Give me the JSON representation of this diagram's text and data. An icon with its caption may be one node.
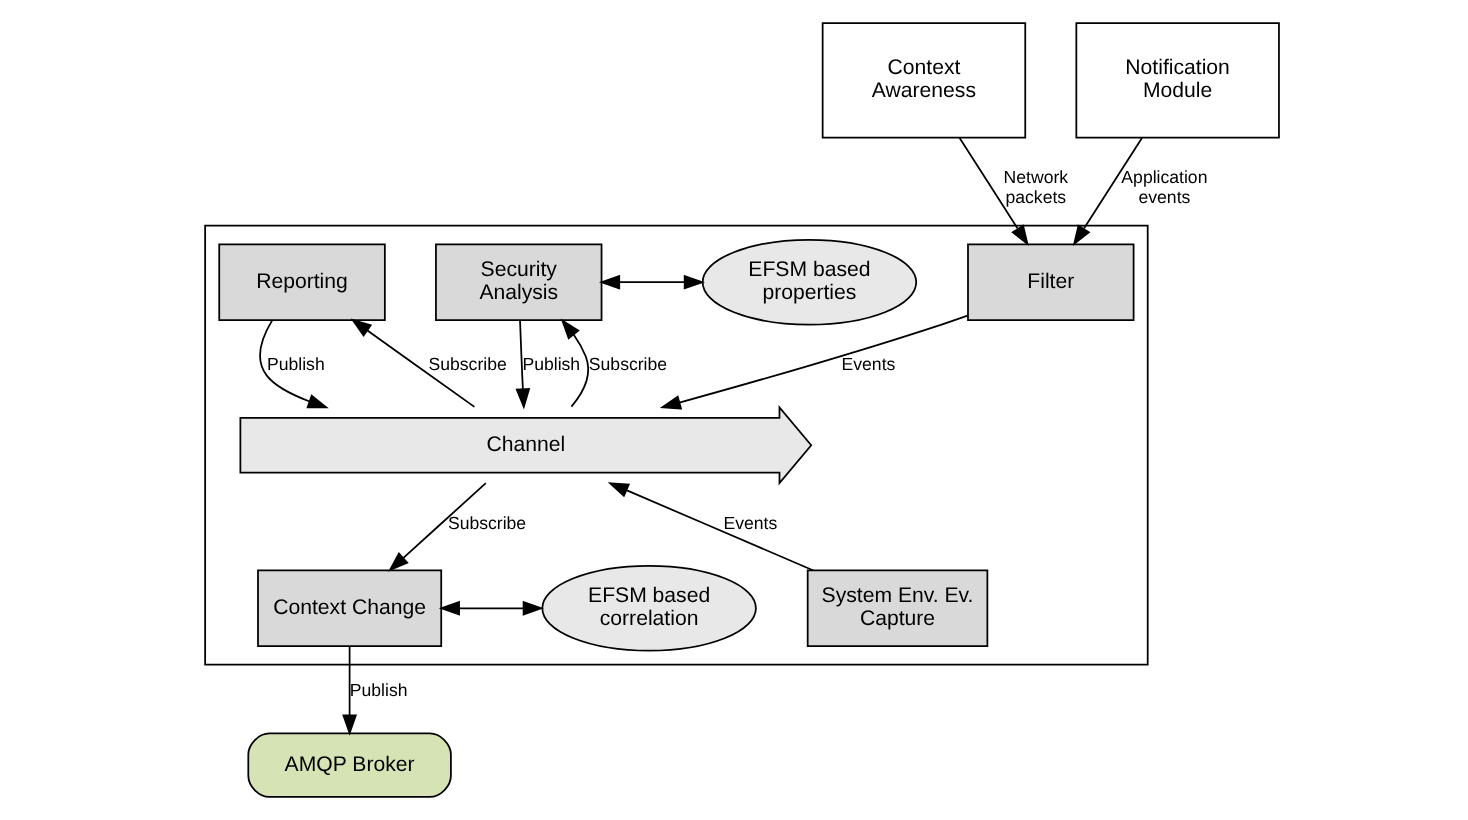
{
  "diagram": {
    "nodes": [
      {
        "text": [
          "Context Awareness"
        ]
      },
      {
        "text": [
          "Notification Module"
        ]
      },
      {
        "text": [],
        "shape": "box"
      },
      {
        "text": [
          "EFSM based properties"
        ],
        "in": 2
      },
      {
        "text": [
          "Filter"
        ],
        "in": 2
      },
      {
        "text": [
          "Security Analysis"
        ],
        "in": 2
      },
      {
        "text": [
          "Reporting"
        ],
        "in": 2
      },
      {
        "text": [
          "Channel"
        ],
        "in": 2
      },
      {
        "text": [
          "System Env. Ev. Capture"
        ],
        "in": 2
      },
      {
        "text": [
          "Context Change"
        ],
        "in": 2
      },
      {
        "text": [
          "EFSM based correlation"
        ],
        "in": 2
      },
      {
        "text": [
          "AMQP Broker"
        ]
      }
    ],
    "edges": [
      {
        "from": 0,
        "to": 4,
        "arrow": "to",
        "label": "Network packets"
      },
      {
        "from": 1,
        "to": 4,
        "arrow": "to",
        "label": "Application events"
      },
      {
        "from": 4,
        "to": 7,
        "arrow": "to",
        "label": "Events"
      },
      {
        "from": 8,
        "to": 7,
        "arrow": "to",
        "label": "Events"
      },
      {
        "from": 5,
        "to": 7,
        "arrow": "to",
        "label": "Publish"
      },
      {
        "from": 7,
        "to": 5,
        "arrow": "to",
        "label": "Subscribe"
      },
      {
        "from": 6,
        "to": 7,
        "arrow": "to",
        "label": "Publish"
      },
      {
        "from": 7,
        "to": 6,
        "arrow": "to",
        "label": "Subscribe"
      },
      {
        "from": 7,
        "to": 9,
        "arrow": "to",
        "label": "Subscribe"
      },
      {
        "from": 9,
        "to": 11,
        "arrow": "to",
        "label": "Publish"
      },
      {
        "from": 5,
        "to": 3,
        "arrow": "both"
      },
      {
        "from": 9,
        "to": 10,
        "arrow": "both"
      }
    ]
  }
}
